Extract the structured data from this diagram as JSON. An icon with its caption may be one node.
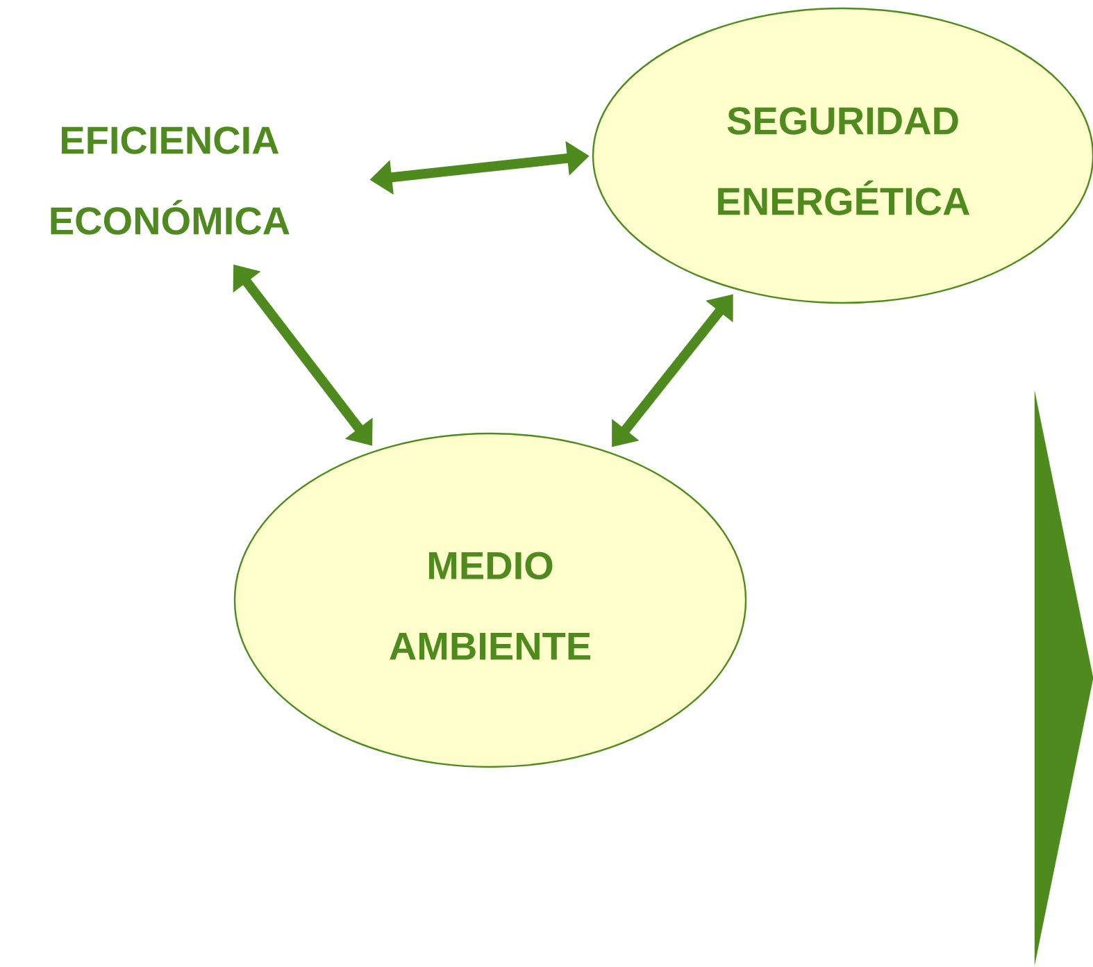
{
  "diagram": {
    "nodes": [
      {
        "text": [
          "EFICIENCIA ECONÓMICA"
        ]
      },
      {
        "text": [
          "SEGURIDAD ENERGÉTICA"
        ]
      },
      {
        "text": [
          "MEDIO AMBIENTE"
        ]
      },
      {
        "text": [],
        "shape": "triangle"
      }
    ],
    "edges": [
      {
        "from": 0,
        "to": 1,
        "arrow": "both"
      },
      {
        "from": 0,
        "to": 2,
        "arrow": "both"
      },
      {
        "from": 1,
        "to": 2,
        "arrow": "both"
      }
    ]
  }
}
